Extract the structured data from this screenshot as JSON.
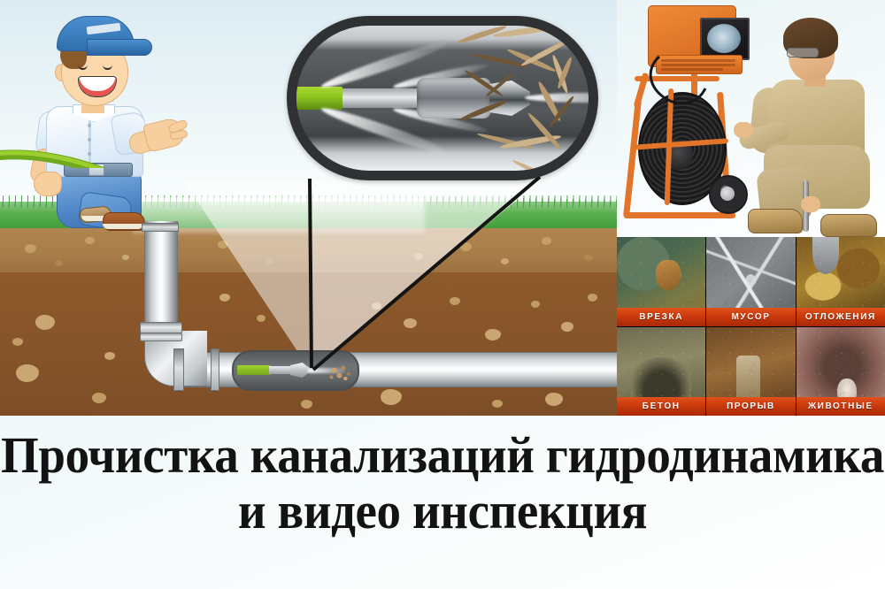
{
  "title": {
    "line1": "Прочистка канализаций гидродинамика",
    "line2": "и видео инспекция"
  },
  "colors": {
    "label_banner_start": "#e0511b",
    "label_banner_end": "#a82a06",
    "label_text": "#ffffff",
    "title_text": "#131313",
    "background": "#eef7f8",
    "grass": "#4fa844",
    "soil_upper": "#a87c48",
    "soil_lower": "#86542a",
    "pipe_metal": "#cfd4d7",
    "hose_green": "#8cc41f",
    "rig_orange": "#e2752a",
    "tech_khaki": "#c3ae7e"
  },
  "scene": {
    "cartoon_worker": {
      "name": "cartoon-plumber",
      "cap_color": "#2f6fae",
      "shirt_color": "#e4effa",
      "pants_color": "#4f86c6",
      "shoe_color": "#8a4a1f",
      "holds": "green-hose"
    },
    "magnifier_callout": {
      "name": "pipe-cutaway-magnifier",
      "contents": "hydro-jet nozzle spraying water jets clearing tree roots inside pipe"
    },
    "underground": {
      "layers": [
        "grass",
        "soil-upper",
        "soil-lower"
      ],
      "pipe": "vertical riser with elbow joint into horizontal sewer line",
      "cutaway_window": "jetting nozzle with green hose blasting debris"
    }
  },
  "photos": {
    "inspection_rig": {
      "name": "video-inspection-reel-cart",
      "caption": "",
      "elements": [
        "orange monitor case",
        "keyboard",
        "cable reel",
        "wheel",
        "technician in khaki uniform"
      ]
    },
    "grid": [
      {
        "label": "ВРЕЗКА",
        "name": "photo-vrezka"
      },
      {
        "label": "МУСОР",
        "name": "photo-musor"
      },
      {
        "label": "ОТЛОЖЕНИЯ",
        "name": "photo-otlozheniya"
      },
      {
        "label": "БЕТОН",
        "name": "photo-beton"
      },
      {
        "label": "ПРОРЫВ",
        "name": "photo-proryv"
      },
      {
        "label": "ЖИВОТНЫЕ",
        "name": "photo-zhivotnye"
      }
    ]
  }
}
